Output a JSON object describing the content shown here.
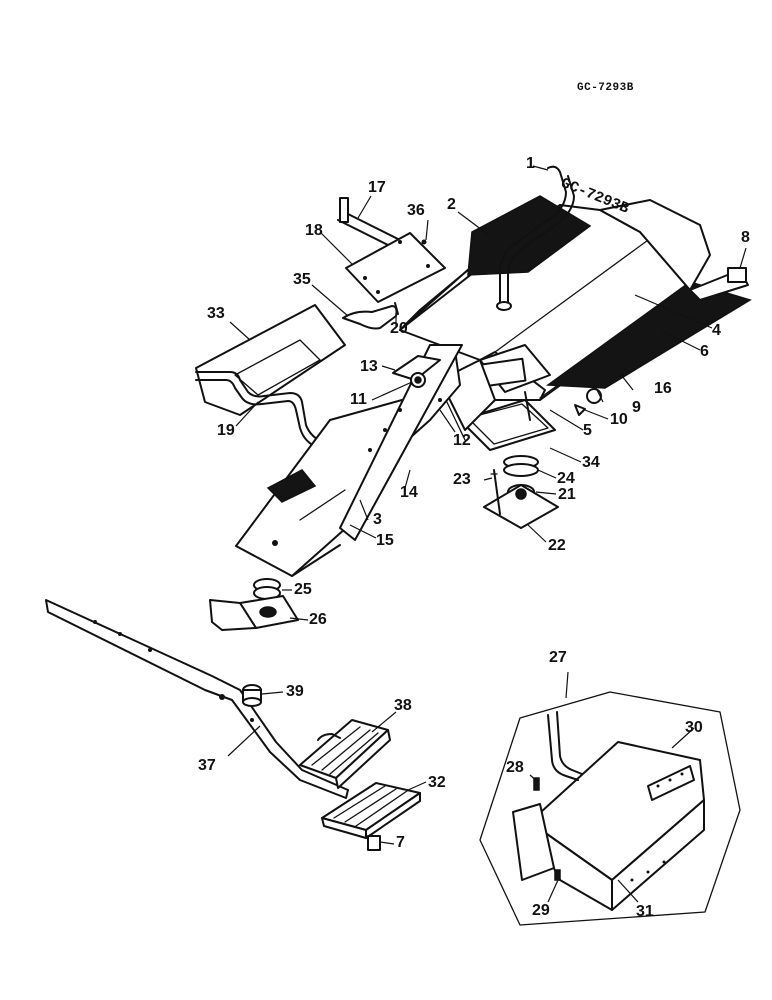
{
  "figure": {
    "code": "GC-7293B",
    "stamp": "GC-7293B"
  },
  "callouts": [
    "1",
    "2",
    "3",
    "4",
    "5",
    "6",
    "7",
    "8",
    "9",
    "10",
    "11",
    "12",
    "13",
    "14",
    "15",
    "16",
    "17",
    "18",
    "19",
    "20",
    "21",
    "22",
    "23",
    "24",
    "25",
    "26",
    "27",
    "28",
    "29",
    "30",
    "31",
    "32",
    "33",
    "34",
    "35",
    "36",
    "37",
    "38",
    "39"
  ],
  "colors": {
    "ink": "#111111",
    "paper": "#ffffff"
  }
}
